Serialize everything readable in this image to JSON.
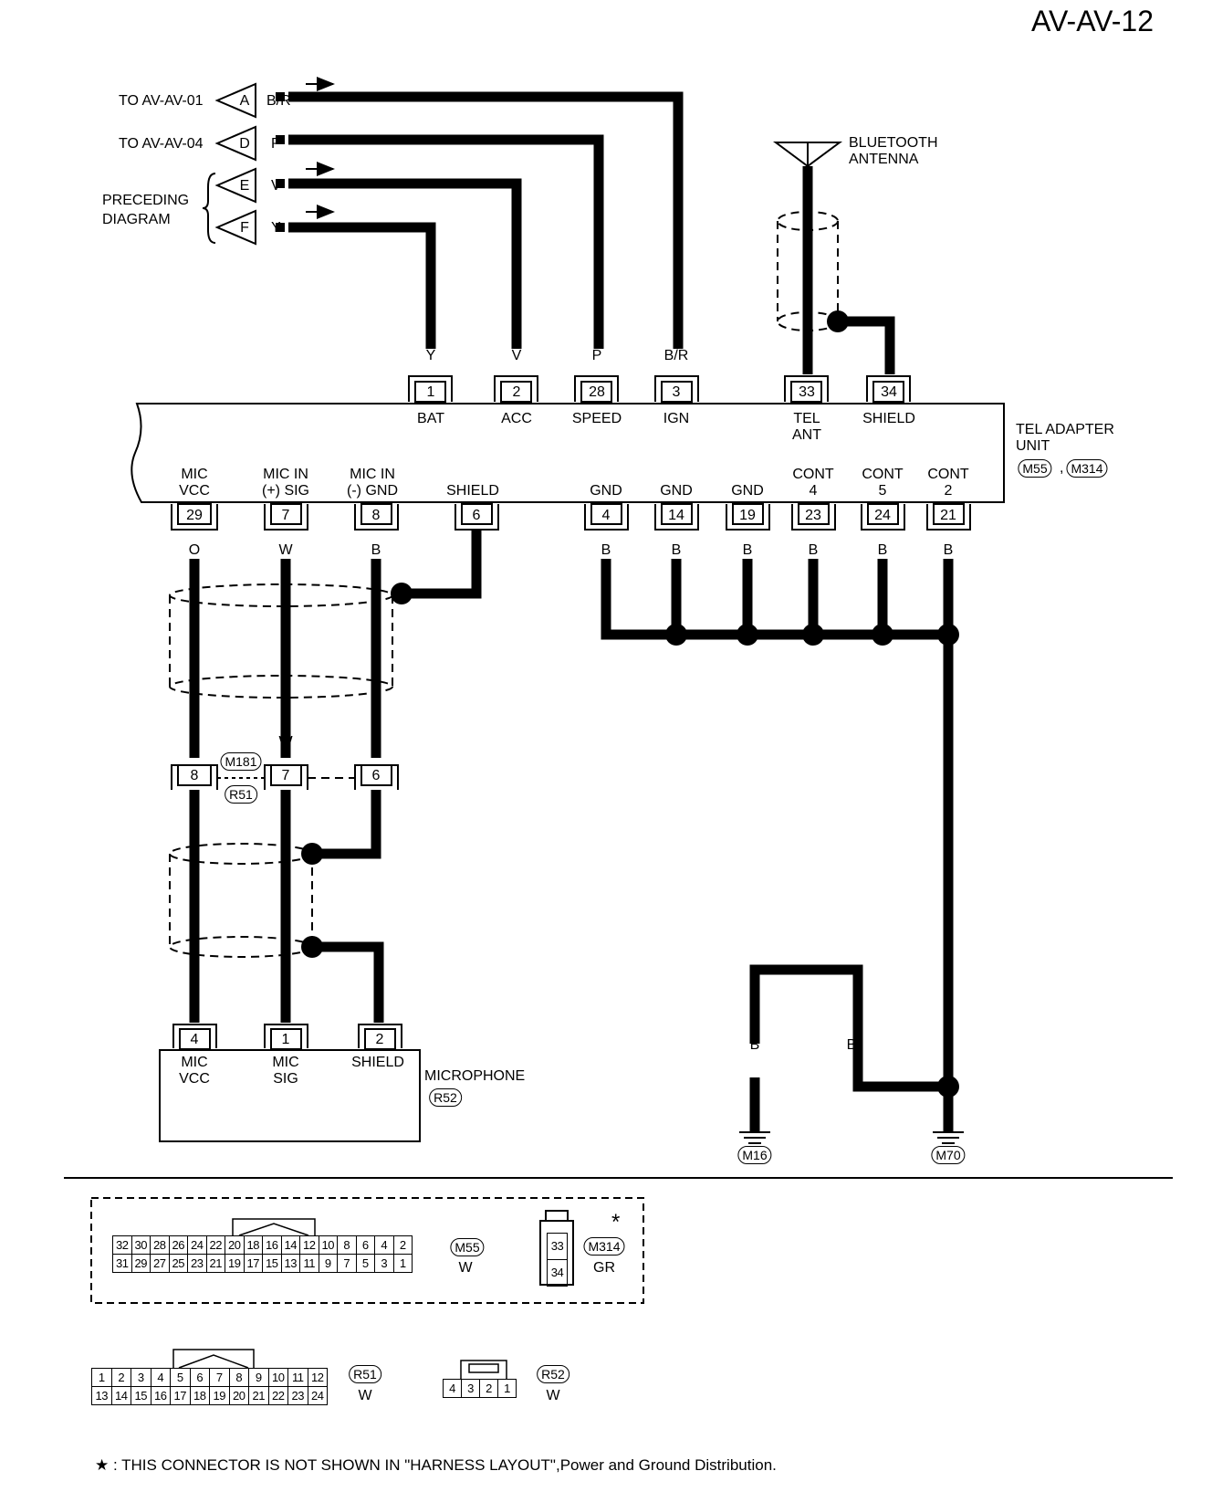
{
  "page_id": "AV-AV-12",
  "left_refs": [
    {
      "text": "TO AV-AV-01",
      "letter": "A",
      "wire": "B/R"
    },
    {
      "text": "TO AV-AV-04",
      "letter": "D",
      "wire": "P"
    },
    {
      "text": "",
      "letter": "E",
      "wire": "V"
    },
    {
      "text": "",
      "letter": "F",
      "wire": "Y"
    }
  ],
  "preceding_label": [
    "PRECEDING",
    "DIAGRAM"
  ],
  "antenna_label": [
    "BLUETOOTH",
    "ANTENNA"
  ],
  "unit": {
    "name": [
      "TEL ADAPTER",
      "UNIT"
    ],
    "connectors": [
      "M55",
      "M314"
    ],
    "top_pins": [
      {
        "wire": "Y",
        "pin": "1",
        "label": "BAT"
      },
      {
        "wire": "V",
        "pin": "2",
        "label": "ACC"
      },
      {
        "wire": "P",
        "pin": "28",
        "label": "SPEED"
      },
      {
        "wire": "B/R",
        "pin": "3",
        "label": "IGN"
      },
      {
        "wire": "",
        "pin": "33",
        "label": "TEL",
        "label2": "ANT"
      },
      {
        "wire": "",
        "pin": "34",
        "label": "SHIELD"
      }
    ],
    "bottom_pins": [
      {
        "label": "MIC",
        "label2": "VCC",
        "pin": "29",
        "wire": "O"
      },
      {
        "label": "MIC IN",
        "label2": "(+) SIG",
        "pin": "7",
        "wire": "W"
      },
      {
        "label": "MIC IN",
        "label2": "(-) GND",
        "pin": "8",
        "wire": "B"
      },
      {
        "label": "",
        "label2": "SHIELD",
        "pin": "6",
        "wire": ""
      },
      {
        "label": "",
        "label2": "GND",
        "pin": "4",
        "wire": "B"
      },
      {
        "label": "",
        "label2": "GND",
        "pin": "14",
        "wire": "B"
      },
      {
        "label": "",
        "label2": "GND",
        "pin": "19",
        "wire": "B"
      },
      {
        "label": "CONT",
        "label2": "4",
        "pin": "23",
        "wire": "B"
      },
      {
        "label": "CONT",
        "label2": "5",
        "pin": "24",
        "wire": "B"
      },
      {
        "label": "CONT",
        "label2": "2",
        "pin": "21",
        "wire": "B"
      }
    ]
  },
  "mid_connector": {
    "ids": [
      "M181",
      "R51"
    ],
    "pins": [
      {
        "wire": "O",
        "pin": "8"
      },
      {
        "wire": "W",
        "pin": "7"
      },
      {
        "wire": "B",
        "pin": "6"
      }
    ]
  },
  "microphone": {
    "name": "MICROPHONE",
    "connector": "R52",
    "pins": [
      {
        "pin": "4",
        "label": "MIC",
        "label2": "VCC"
      },
      {
        "pin": "1",
        "label": "MIC",
        "label2": "SIG"
      },
      {
        "pin": "2",
        "label": "",
        "label2": "SHIELD"
      }
    ]
  },
  "ground_wires": [
    "B",
    "B",
    "B"
  ],
  "grounds": [
    "M16",
    "M70"
  ],
  "connector_views": {
    "m55": {
      "id": "M55",
      "color": "W",
      "row1": [
        "32",
        "30",
        "28",
        "26",
        "24",
        "22",
        "20",
        "18",
        "16",
        "14",
        "12",
        "10",
        "8",
        "6",
        "4",
        "2"
      ],
      "row2": [
        "31",
        "29",
        "27",
        "25",
        "23",
        "21",
        "19",
        "17",
        "15",
        "13",
        "11",
        "9",
        "7",
        "5",
        "3",
        "1"
      ]
    },
    "m314": {
      "id": "M314",
      "color": "GR",
      "pins": [
        "33",
        "34"
      ],
      "star": "*"
    },
    "r51": {
      "id": "R51",
      "color": "W",
      "row1": [
        "1",
        "2",
        "3",
        "4",
        "5",
        "6",
        "7",
        "8",
        "9",
        "10",
        "11",
        "12"
      ],
      "row2": [
        "13",
        "14",
        "15",
        "16",
        "17",
        "18",
        "19",
        "20",
        "21",
        "22",
        "23",
        "24"
      ]
    },
    "r52": {
      "id": "R52",
      "color": "W",
      "pins": [
        "4",
        "3",
        "2",
        "1"
      ]
    }
  },
  "footnote": {
    "star": "★",
    "text": ": THIS CONNECTOR IS NOT SHOWN IN \"HARNESS LAYOUT\",Power and Ground Distribution."
  }
}
